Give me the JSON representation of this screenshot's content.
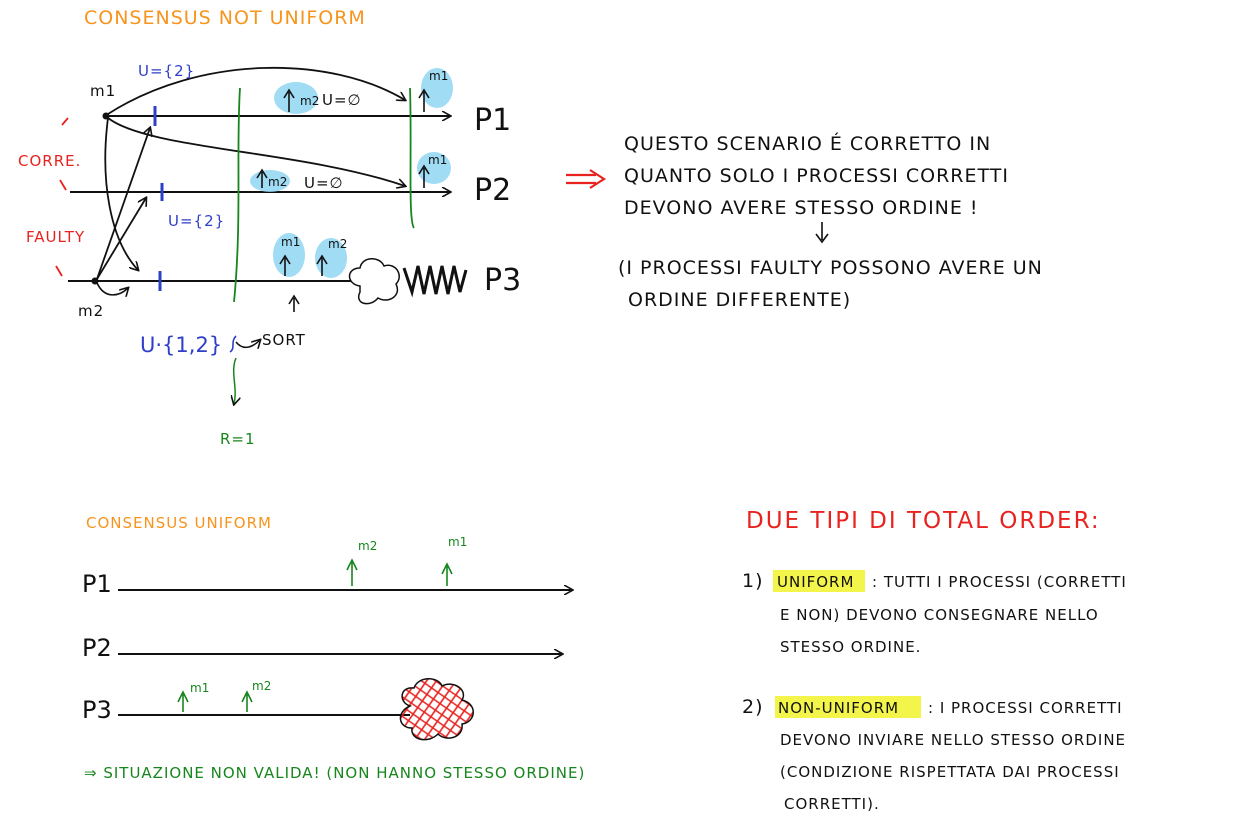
{
  "colors": {
    "orange": "#f7941d",
    "red": "#e8231f",
    "blue": "#2e3fc9",
    "green": "#17861d",
    "black": "#111111",
    "cyan_highlight": "#8fd6f2",
    "yellow_highlight": "#f4f54a"
  },
  "top": {
    "title": "CONSENSUS NOT UNIFORM",
    "group_correct": "CORRE.",
    "group_faulty": "FAULTY",
    "processes": [
      "P1",
      "P2",
      "P3"
    ],
    "messages": {
      "m1": "m1",
      "m2": "m2"
    },
    "u_sets": {
      "p1_start": "U={2}",
      "p1_mid": "U=∅",
      "p2_mid": "U=∅",
      "p2_side": "U={2}",
      "p3": "U·{1,2}"
    },
    "sort_label": "SORT",
    "r_label": "R=1",
    "explanation_lines": [
      "QUESTO SCENARIO É CORRETTO IN",
      "QUANTO SOLO I PROCESSI CORRETTI",
      "DEVONO AVERE STESSO ORDINE !"
    ],
    "note_lines": [
      "(I PROCESSI FAULTY POSSONO AVERE UN",
      "ORDINE DIFFERENTE)"
    ]
  },
  "bottom": {
    "title": "CONSENSUS UNIFORM",
    "processes": [
      "P1",
      "P2",
      "P3"
    ],
    "messages": {
      "m1": "m1",
      "m2": "m2"
    },
    "invalid_text": "⇒ SITUAZIONE NON VALIDA! (NON HANNO STESSO ORDINE)"
  },
  "right": {
    "heading": "DUE TIPI DI TOTAL ORDER:",
    "item1_number": "1)",
    "item1_term": "UNIFORM",
    "item1_lines": [
      ": TUTTI I PROCESSI (CORRETTI",
      "E NON) DEVONO CONSEGNARE NELLO",
      "STESSO ORDINE."
    ],
    "item2_number": "2)",
    "item2_term": "NON-UNIFORM",
    "item2_lines": [
      ": I PROCESSI CORRETTI",
      "DEVONO INVIARE NELLO STESSO ORDINE",
      "(CONDIZIONE RISPETTATA DAI PROCESSI",
      "CORRETTI)."
    ]
  }
}
